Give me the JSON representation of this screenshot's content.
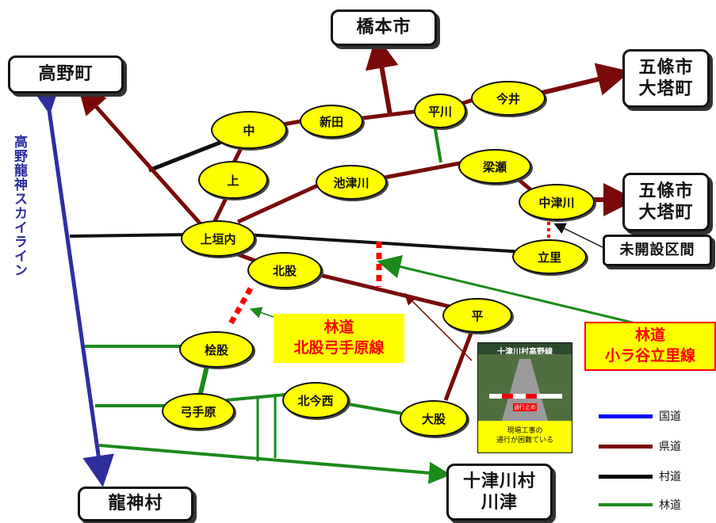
{
  "boxes": {
    "hashimoto": "橋本市",
    "koya": "高野町",
    "gojo_1": [
      "五條市",
      "大塔町"
    ],
    "gojo_2": [
      "五條市",
      "大塔町"
    ],
    "mishikan": "未開設区間",
    "ryujin": "龍神村",
    "totsukawa": [
      "十津川村",
      "川津"
    ]
  },
  "skyline_label": "高野龍神スカイライン",
  "nodes": {
    "naka": "中",
    "shinden": "新田",
    "hirakawa": "平川",
    "imai": "今井",
    "kami": "上",
    "ikezugawa": "池津川",
    "shouen": "梁瀬",
    "nakatsugawa": "中津川",
    "kamiyuuchi": "上垣内",
    "tatesato": "立里",
    "kitamata": "北股",
    "taira": "平",
    "kenmata": "桧股",
    "yumitehara": "弓手原",
    "kitaimanishi": "北今西",
    "oomata": "大股"
  },
  "forest_road_1": [
    "林道",
    "北股弓手原線"
  ],
  "forest_road_2": [
    "林道",
    "小ラ谷立里線"
  ],
  "photo": {
    "title": "十津川村高野線",
    "sign": "通行止め",
    "caption": [
      "現場工事の",
      "通行が困難ている"
    ]
  },
  "legend": [
    {
      "label": "国道",
      "color": "#0000ff"
    },
    {
      "label": "県道",
      "color": "#7a0000"
    },
    {
      "label": "村道",
      "color": "#000000"
    },
    {
      "label": "林道",
      "color": "#1a8a1a"
    }
  ],
  "colors": {
    "national": "#2e2e9e",
    "prefectural": "#7a0a0a",
    "village": "#111111",
    "forest": "#1a8a1a",
    "unopened": "#ff0000"
  }
}
